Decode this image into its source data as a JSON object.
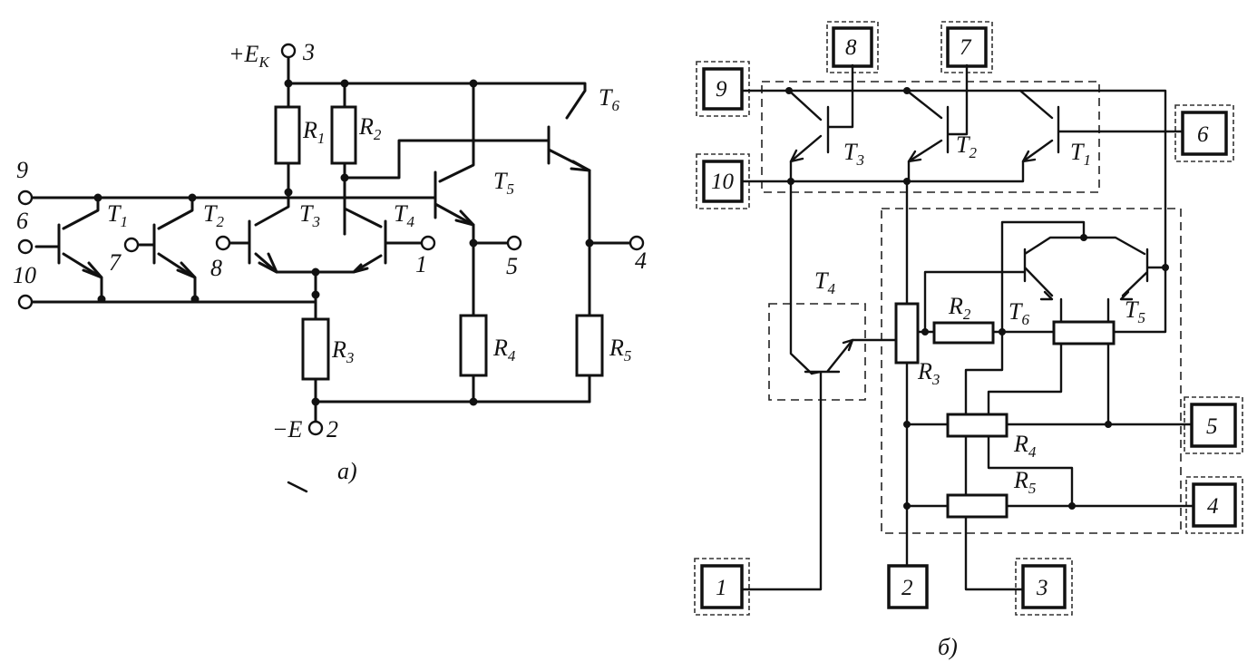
{
  "diagram_a": {
    "supply_pos": "+E",
    "supply_pos_sub": "K",
    "supply_neg": "−E",
    "pin_3": "3",
    "pin_2": "2",
    "pin_9": "9",
    "pin_6": "6",
    "pin_10": "10",
    "pin_7": "7",
    "pin_8": "8",
    "pin_1": "1",
    "pin_5": "5",
    "pin_4": "4",
    "caption": "а)",
    "transistors": [
      {
        "letter": "T",
        "sub": "1"
      },
      {
        "letter": "T",
        "sub": "2"
      },
      {
        "letter": "T",
        "sub": "3"
      },
      {
        "letter": "T",
        "sub": "4"
      },
      {
        "letter": "T",
        "sub": "5"
      },
      {
        "letter": "T",
        "sub": "6"
      }
    ],
    "resistors": [
      {
        "letter": "R",
        "sub": "1"
      },
      {
        "letter": "R",
        "sub": "2"
      },
      {
        "letter": "R",
        "sub": "3"
      },
      {
        "letter": "R",
        "sub": "4"
      },
      {
        "letter": "R",
        "sub": "5"
      }
    ]
  },
  "diagram_b": {
    "pads": [
      "9",
      "8",
      "7",
      "10",
      "6",
      "5",
      "4",
      "1",
      "2",
      "3"
    ],
    "transistors": [
      {
        "letter": "T",
        "sub": "3"
      },
      {
        "letter": "T",
        "sub": "2"
      },
      {
        "letter": "T",
        "sub": "1"
      },
      {
        "letter": "T",
        "sub": "4"
      },
      {
        "letter": "T",
        "sub": "6"
      },
      {
        "letter": "T",
        "sub": "5"
      }
    ],
    "resistors": [
      {
        "letter": "R",
        "sub": "2"
      },
      {
        "letter": "R",
        "sub": "3"
      },
      {
        "letter": "R",
        "sub": "4"
      },
      {
        "letter": "R",
        "sub": "5"
      }
    ],
    "caption": "б)"
  }
}
